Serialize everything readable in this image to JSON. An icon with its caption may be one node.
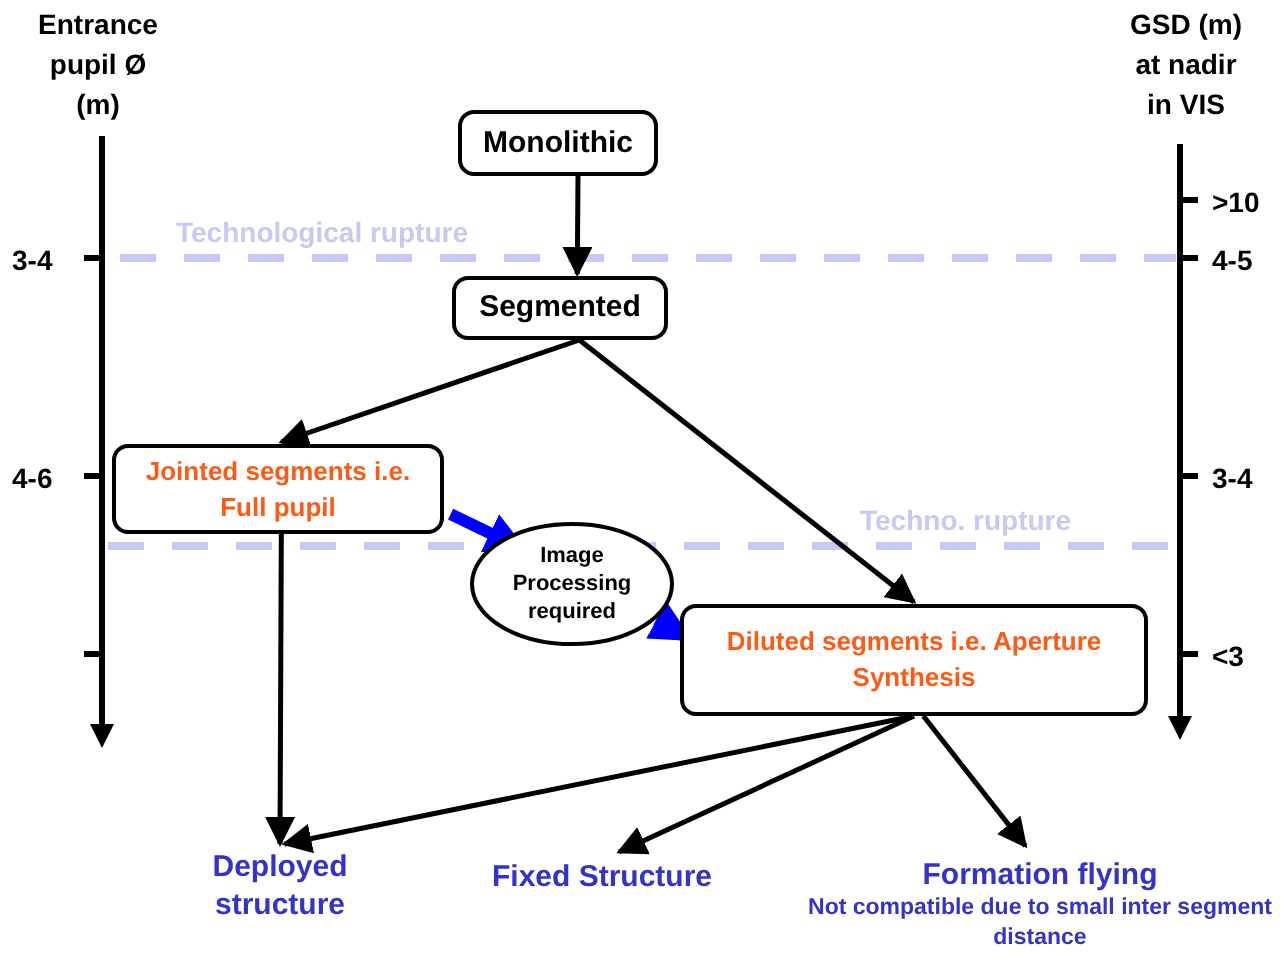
{
  "diagram": {
    "nodes": [
      {
        "text": [
          "Monolithic"
        ]
      },
      {
        "text": [
          "Segmented"
        ]
      },
      {
        "text": [
          "Jointed segments i.e. Full pupil"
        ]
      },
      {
        "text": [
          "Image Processing required"
        ]
      },
      {
        "text": [
          "Diluted segments i.e.  Aperture Synthesis"
        ]
      },
      {
        "text": [
          "Deployed structure"
        ]
      },
      {
        "text": [
          "Fixed Structure"
        ]
      },
      {
        "text": [
          "Formation flying",
          "Not compatible due to small inter segment distance"
        ]
      }
    ],
    "edges": [
      {
        "from": 0,
        "to": 1,
        "arrow": "to"
      },
      {
        "from": 1,
        "to": 2,
        "arrow": "to"
      },
      {
        "from": 1,
        "to": 4,
        "arrow": "to"
      },
      {
        "from": 2,
        "to": 3,
        "arrow": "to",
        "style": "thick",
        "color": "#0000ff"
      },
      {
        "from": 3,
        "to": 4,
        "arrow": "to",
        "style": "thick",
        "color": "#0000ff"
      },
      {
        "from": 2,
        "to": 5,
        "arrow": "to"
      },
      {
        "from": 4,
        "to": 5,
        "arrow": "to"
      },
      {
        "from": 4,
        "to": 6,
        "arrow": "to"
      },
      {
        "from": 4,
        "to": 7,
        "arrow": "to"
      }
    ],
    "labels": [
      "Entrance pupil Ø (m)",
      "GSD (m) at nadir in VIS",
      ">10",
      "Technological rupture",
      "3-4",
      "4-5",
      "4-6",
      "3-4",
      "Techno. rupture",
      "<3"
    ]
  }
}
